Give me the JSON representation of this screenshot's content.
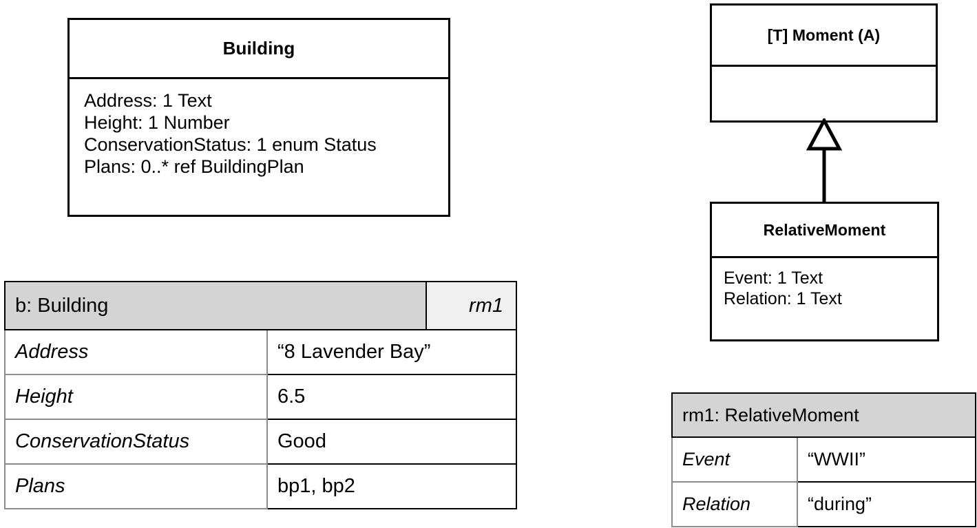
{
  "diagram": {
    "kind": "uml-class-and-instance-diagram"
  },
  "building_class": {
    "name": "Building",
    "attributes": [
      "Address: 1 Text",
      "Height: 1 Number",
      "ConservationStatus: 1 enum Status",
      "Plans: 0..* ref BuildingPlan"
    ]
  },
  "moment_class": {
    "name": "[T] Moment (A)",
    "attributes": []
  },
  "relative_moment_class": {
    "name": "RelativeMoment",
    "attributes": [
      "Event: 1 Text",
      "Relation: 1 Text"
    ]
  },
  "generalization": {
    "label": "generalization-arrow",
    "from": "RelativeMoment",
    "to": "[T] Moment (A)"
  },
  "building_instance": {
    "header_name": "b: Building",
    "header_ref": "rm1",
    "slots": [
      {
        "name": "Address",
        "value": "“8 Lavender Bay”"
      },
      {
        "name": "Height",
        "value": "6.5"
      },
      {
        "name": "ConservationStatus",
        "value": "Good"
      },
      {
        "name": "Plans",
        "value": "bp1, bp2"
      }
    ]
  },
  "relative_moment_instance": {
    "header_name": "rm1: RelativeMoment",
    "slots": [
      {
        "name": "Event",
        "value": "“WWII”"
      },
      {
        "name": "Relation",
        "value": "“during”"
      }
    ]
  },
  "colors": {
    "stroke": "#000000",
    "slot_name_stroke": "#8c8c8c",
    "header_fill": "#d4d4d4",
    "header_ref_fill": "#f0f0f0",
    "background": "#ffffff"
  }
}
